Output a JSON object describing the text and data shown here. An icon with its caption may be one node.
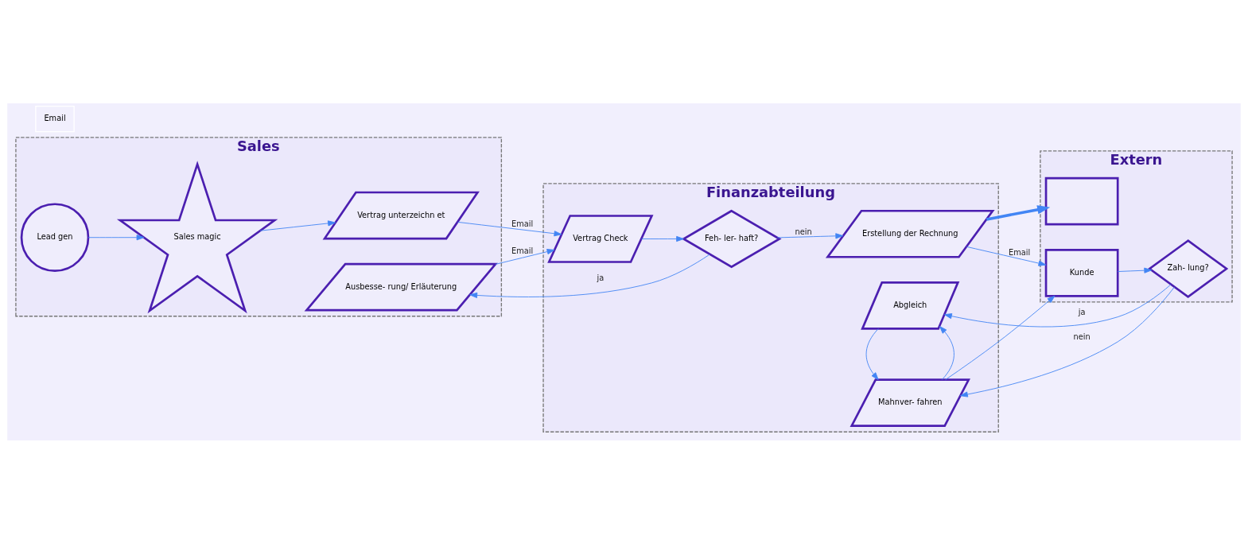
{
  "diagram": {
    "nodes": [
      {
        "text": [
          "Sales"
        ]
      },
      {
        "text": [
          "Finanzabteilung"
        ]
      },
      {
        "text": [
          "Extern"
        ]
      },
      {
        "text": [
          "Lead gen"
        ],
        "in": 0
      },
      {
        "text": [
          "Sales magic"
        ],
        "in": 0
      },
      {
        "text": [
          "Vertrag unterzeichn et"
        ],
        "in": 0
      },
      {
        "text": [
          "Ausbesse- rung/ Erläuterung"
        ],
        "in": 0
      },
      {
        "text": [
          "Vertrag Check"
        ],
        "in": 1
      },
      {
        "text": [
          "Feh- ler- haft?"
        ],
        "in": 1
      },
      {
        "text": [
          "Erstellung der Rechnung"
        ],
        "in": 1
      },
      {
        "text": [
          "Abgleich"
        ],
        "in": 1
      },
      {
        "text": [
          "Mahnver- fahren"
        ],
        "in": 1
      },
      {
        "text": [],
        "shape": "box",
        "in": 2
      },
      {
        "text": [
          "Kunde"
        ],
        "in": 2
      },
      {
        "text": [
          "Zah- lung?"
        ],
        "in": 2
      }
    ],
    "edges": [
      {
        "from": 3,
        "to": 4,
        "arrow": "to"
      },
      {
        "from": 4,
        "to": 5,
        "arrow": "to"
      },
      {
        "from": 5,
        "to": 7,
        "label": "Email",
        "arrow": "to"
      },
      {
        "from": 6,
        "to": 7,
        "label": "Email",
        "arrow": "to"
      },
      {
        "from": 7,
        "to": 8,
        "arrow": "to"
      },
      {
        "from": 8,
        "to": 9,
        "label": "nein",
        "arrow": "to"
      },
      {
        "from": 8,
        "to": 6,
        "label": "ja",
        "arrow": "to"
      },
      {
        "from": 9,
        "to": 12,
        "arrow": "to",
        "style": "thick"
      },
      {
        "from": 9,
        "to": 13,
        "label": "Email",
        "arrow": "to"
      },
      {
        "from": 11,
        "to": 13,
        "arrow": "to"
      },
      {
        "from": 13,
        "to": 14,
        "arrow": "to"
      },
      {
        "from": 14,
        "to": 10,
        "label": "ja",
        "arrow": "to"
      },
      {
        "from": 14,
        "to": 11,
        "label": "nein",
        "arrow": "to"
      },
      {
        "from": 11,
        "to": 10,
        "arrow": "to"
      },
      {
        "from": 10,
        "to": 11,
        "arrow": "to"
      }
    ],
    "labels": [
      "Email"
    ]
  }
}
